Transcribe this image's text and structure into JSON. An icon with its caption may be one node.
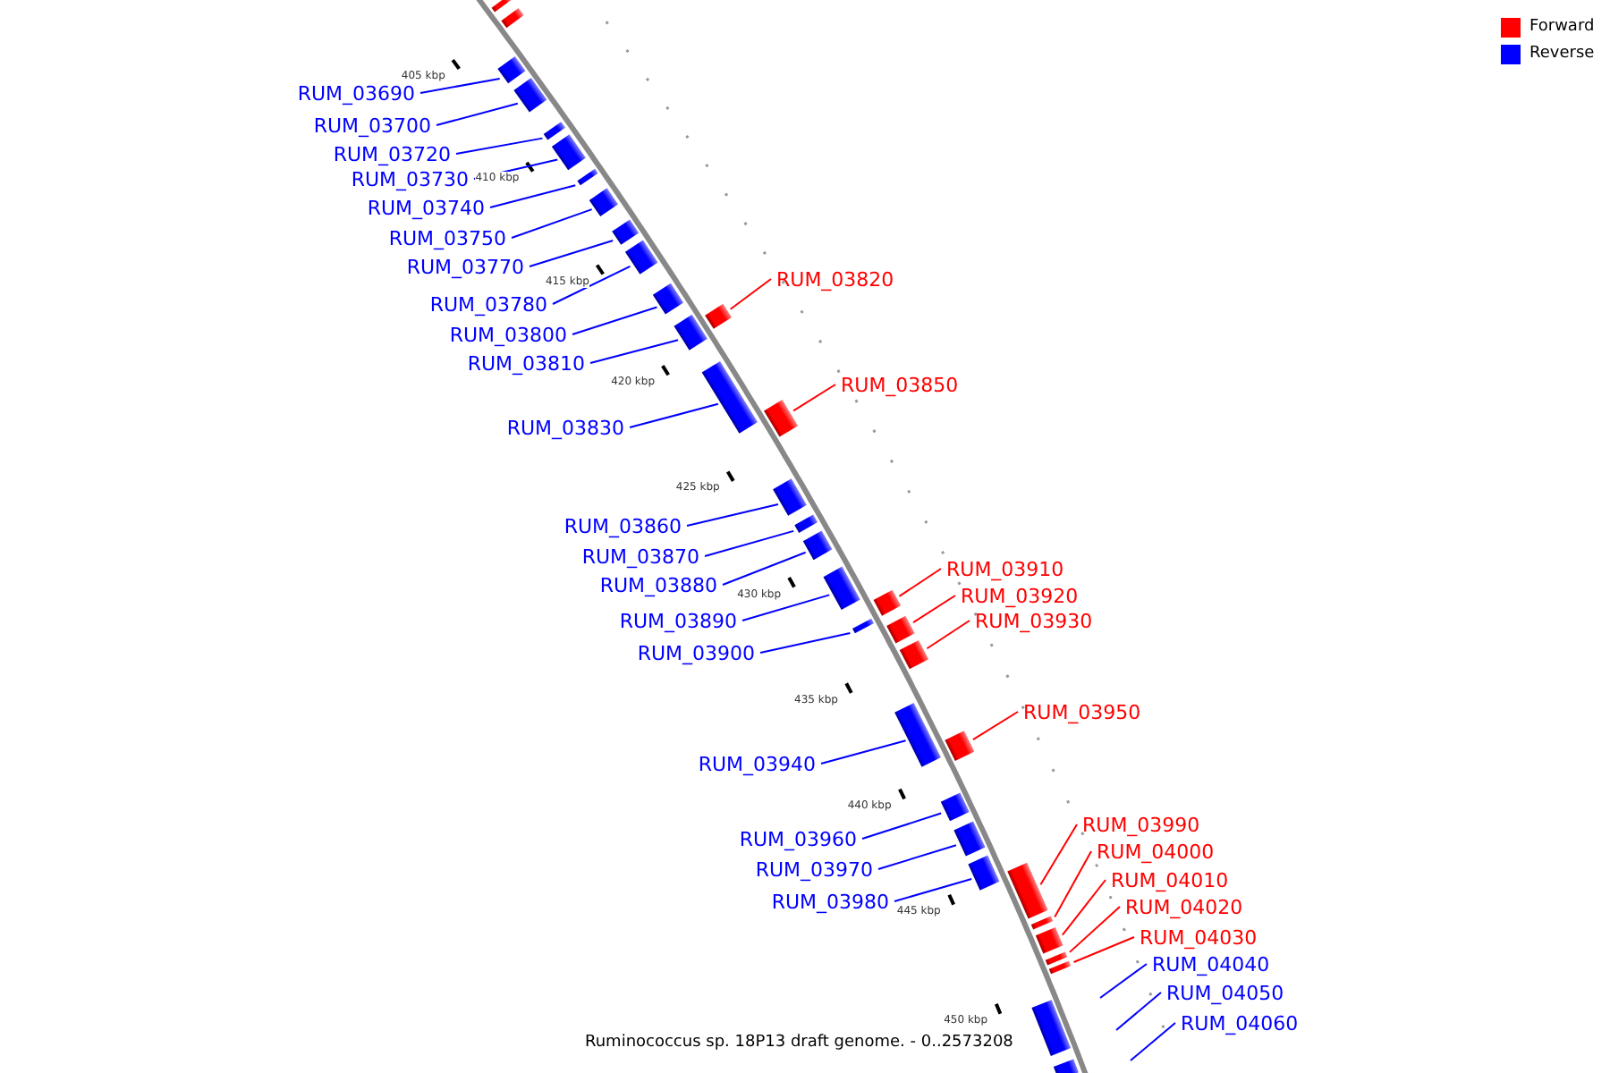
{
  "diagram": {
    "caption": "Ruminococcus sp. 18P13 draft genome. - 0..2573208",
    "nodes": [
      {
        "text": [],
        "shape": "box"
      },
      {
        "text": [],
        "shape": "box"
      },
      {
        "text": [
          "RUM_03690"
        ]
      },
      {
        "text": [],
        "shape": "box"
      },
      {
        "text": [
          "RUM_03700"
        ]
      },
      {
        "text": [],
        "shape": "box"
      },
      {
        "text": [
          "RUM_03720"
        ]
      },
      {
        "text": [],
        "shape": "box"
      },
      {
        "text": [
          "RUM_03730"
        ]
      },
      {
        "text": [],
        "shape": "box"
      },
      {
        "text": [
          "RUM_03740"
        ]
      },
      {
        "text": [],
        "shape": "box"
      },
      {
        "text": [
          "RUM_03750"
        ]
      },
      {
        "text": [],
        "shape": "box"
      },
      {
        "text": [
          "RUM_03770"
        ]
      },
      {
        "text": [],
        "shape": "box"
      },
      {
        "text": [
          "RUM_03780"
        ]
      },
      {
        "text": [],
        "shape": "box"
      },
      {
        "text": [
          "RUM_03800"
        ]
      },
      {
        "text": [],
        "shape": "box"
      },
      {
        "text": [
          "RUM_03810"
        ]
      },
      {
        "text": [],
        "shape": "box"
      },
      {
        "text": [
          "RUM_03820"
        ]
      },
      {
        "text": [],
        "shape": "box"
      },
      {
        "text": [
          "RUM_03830"
        ]
      },
      {
        "text": [],
        "shape": "box"
      },
      {
        "text": [
          "RUM_03850"
        ]
      },
      {
        "text": [],
        "shape": "box"
      },
      {
        "text": [
          "RUM_03860"
        ]
      },
      {
        "text": [],
        "shape": "box"
      },
      {
        "text": [
          "RUM_03870"
        ]
      },
      {
        "text": [],
        "shape": "box"
      },
      {
        "text": [
          "RUM_03880"
        ]
      },
      {
        "text": [],
        "shape": "box"
      },
      {
        "text": [
          "RUM_03890"
        ]
      },
      {
        "text": [],
        "shape": "box"
      },
      {
        "text": [
          "RUM_03900"
        ]
      },
      {
        "text": [],
        "shape": "box"
      },
      {
        "text": [
          "RUM_03910"
        ]
      },
      {
        "text": [],
        "shape": "box"
      },
      {
        "text": [
          "RUM_03920"
        ]
      },
      {
        "text": [],
        "shape": "box"
      },
      {
        "text": [
          "RUM_03930"
        ]
      },
      {
        "text": [],
        "shape": "box"
      },
      {
        "text": [
          "RUM_03940"
        ]
      },
      {
        "text": [],
        "shape": "box"
      },
      {
        "text": [
          "RUM_03950"
        ]
      },
      {
        "text": [],
        "shape": "box"
      },
      {
        "text": [
          "RUM_03960"
        ]
      },
      {
        "text": [],
        "shape": "box"
      },
      {
        "text": [
          "RUM_03970"
        ]
      },
      {
        "text": [],
        "shape": "box"
      },
      {
        "text": [
          "RUM_03980"
        ]
      },
      {
        "text": [],
        "shape": "box"
      },
      {
        "text": [
          "RUM_03990"
        ]
      },
      {
        "text": [],
        "shape": "box"
      },
      {
        "text": [
          "RUM_04000"
        ]
      },
      {
        "text": [],
        "shape": "box"
      },
      {
        "text": [
          "RUM_04010"
        ]
      },
      {
        "text": [],
        "shape": "box"
      },
      {
        "text": [
          "RUM_04020"
        ]
      },
      {
        "text": [],
        "shape": "box"
      },
      {
        "text": [
          "RUM_04030"
        ]
      },
      {
        "text": [],
        "shape": "box"
      },
      {
        "text": [
          "RUM_04040"
        ]
      },
      {
        "text": [
          "RUM_04050"
        ]
      },
      {
        "text": [
          "RUM_04060"
        ]
      },
      {
        "text": [],
        "shape": "box"
      },
      {
        "text": [],
        "shape": "box"
      }
    ],
    "edges": [
      {
        "from": 2,
        "to": 3,
        "arrow": "none"
      },
      {
        "from": 4,
        "to": 5,
        "arrow": "none"
      },
      {
        "from": 6,
        "to": 7,
        "arrow": "none"
      },
      {
        "from": 8,
        "to": 9,
        "arrow": "none"
      },
      {
        "from": 10,
        "to": 11,
        "arrow": "none"
      },
      {
        "from": 12,
        "to": 13,
        "arrow": "none"
      },
      {
        "from": 14,
        "to": 15,
        "arrow": "none"
      },
      {
        "from": 16,
        "to": 17,
        "arrow": "none"
      },
      {
        "from": 18,
        "to": 19,
        "arrow": "none"
      },
      {
        "from": 20,
        "to": 21,
        "arrow": "none"
      },
      {
        "from": 22,
        "to": 23,
        "arrow": "none",
        "color": "#ff0000"
      },
      {
        "from": 24,
        "to": 25,
        "arrow": "none"
      },
      {
        "from": 26,
        "to": 27,
        "arrow": "none",
        "color": "#ff0000"
      },
      {
        "from": 28,
        "to": 29,
        "arrow": "none"
      },
      {
        "from": 30,
        "to": 31,
        "arrow": "none"
      },
      {
        "from": 32,
        "to": 33,
        "arrow": "none"
      },
      {
        "from": 34,
        "to": 35,
        "arrow": "none"
      },
      {
        "from": 36,
        "to": 37,
        "arrow": "none"
      },
      {
        "from": 38,
        "to": 39,
        "arrow": "none",
        "color": "#ff0000"
      },
      {
        "from": 40,
        "to": 41,
        "arrow": "none",
        "color": "#ff0000"
      },
      {
        "from": 42,
        "to": 43,
        "arrow": "none",
        "color": "#ff0000"
      },
      {
        "from": 44,
        "to": 45,
        "arrow": "none"
      },
      {
        "from": 46,
        "to": 47,
        "arrow": "none",
        "color": "#ff0000"
      },
      {
        "from": 48,
        "to": 49,
        "arrow": "none"
      },
      {
        "from": 50,
        "to": 51,
        "arrow": "none"
      },
      {
        "from": 52,
        "to": 53,
        "arrow": "none"
      },
      {
        "from": 54,
        "to": 55,
        "arrow": "none",
        "color": "#ff0000"
      },
      {
        "from": 56,
        "to": 57,
        "arrow": "none",
        "color": "#ff0000"
      },
      {
        "from": 58,
        "to": 59,
        "arrow": "none",
        "color": "#ff0000"
      },
      {
        "from": 60,
        "to": 61,
        "arrow": "none",
        "color": "#ff0000"
      },
      {
        "from": 62,
        "to": 63,
        "arrow": "none",
        "color": "#ff0000"
      },
      {
        "from": 64,
        "to": null,
        "arrow": "none"
      },
      {
        "from": 65,
        "to": null,
        "arrow": "none"
      },
      {
        "from": 66,
        "to": null,
        "arrow": "none"
      }
    ],
    "labels": [
      "405 kbp",
      "410 kbp",
      "415 kbp",
      "420 kbp",
      "425 kbp",
      "430 kbp",
      "435 kbp",
      "440 kbp",
      "445 kbp",
      "450 kbp"
    ],
    "legend": [
      {
        "text": "Forward",
        "color": "#ff0000"
      },
      {
        "text": "Reverse",
        "color": "#0000ff"
      }
    ]
  }
}
